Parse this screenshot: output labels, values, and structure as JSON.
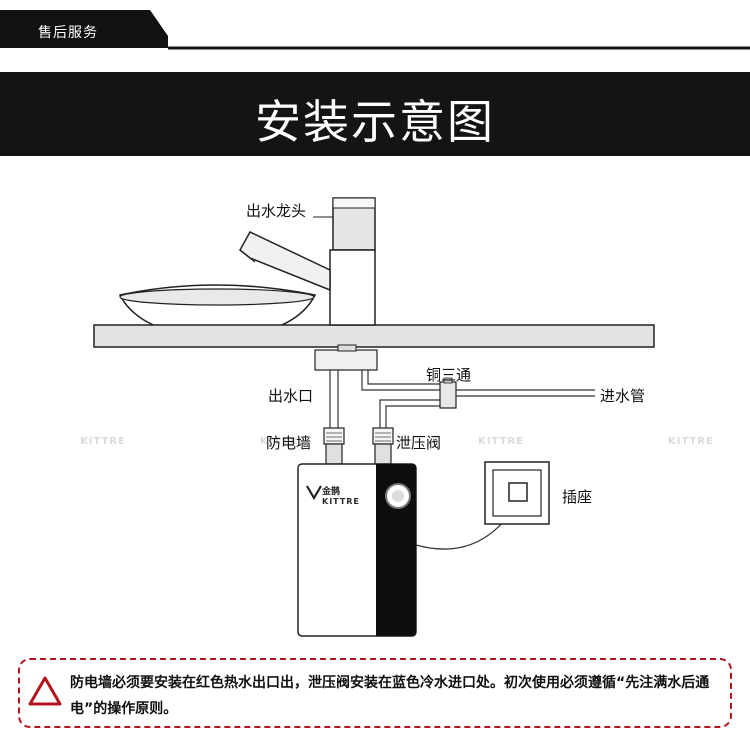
{
  "header": {
    "tab_label": "售后服务",
    "title": "安装示意图"
  },
  "diagram": {
    "labels": {
      "faucet": "出水龙头",
      "copper_tee": "铜三通",
      "outlet": "出水口",
      "inlet_pipe": "进水管",
      "anti_shock_wall": "防电墙",
      "relief_valve": "泄压阀",
      "socket": "插座"
    },
    "brand": {
      "cn": "金鹊",
      "en": "KITTRE"
    },
    "watermark": "KITTRE"
  },
  "warning": {
    "text": "防电墙必须要安装在红色热水出口出，泄压阀安装在蓝色冷水进口处。初次使用必须遵循“先注满水后通电”的操作原则。"
  },
  "colors": {
    "title_band": "#141414",
    "warning_red": "#b3141c"
  }
}
